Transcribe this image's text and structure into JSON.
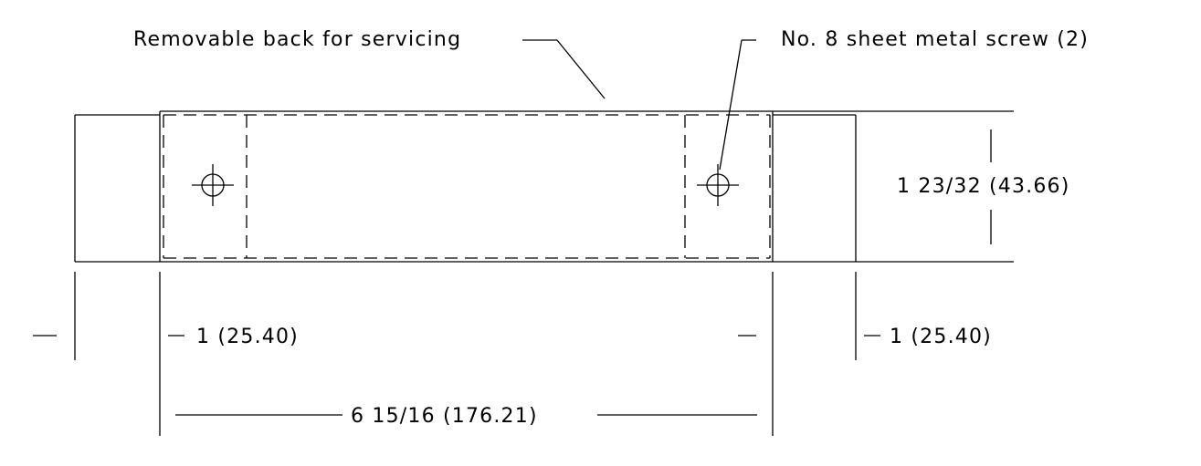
{
  "drawing": {
    "callouts": {
      "removable_back": "Removable back for servicing",
      "screw": "No. 8 sheet metal screw (2)"
    },
    "dimensions": {
      "height": "1 23/32 (43.66)",
      "left_bracket": "1 (25.40)",
      "right_bracket": "1 (25.40)",
      "overall_width": "6 15/16 (176.21)"
    }
  }
}
